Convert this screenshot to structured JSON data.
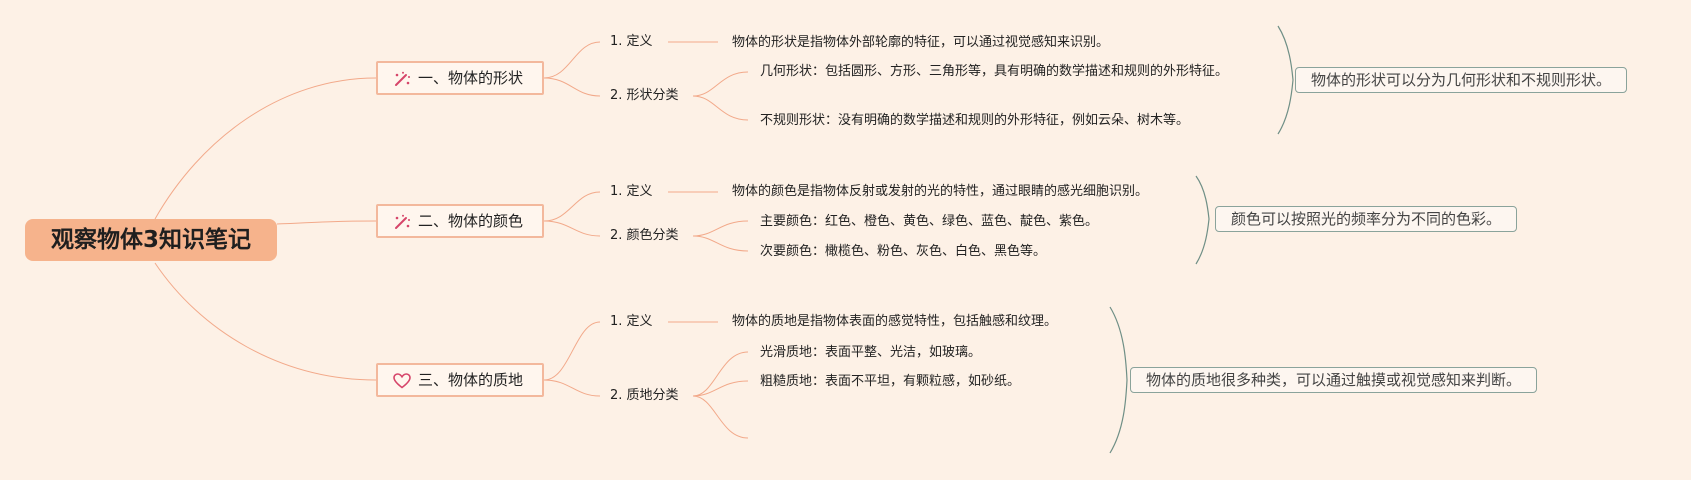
{
  "root": {
    "title": "观察物体3知识笔记"
  },
  "topics": [
    {
      "icon": "magic-wand-icon",
      "label": "一、物体的形状",
      "definition_label": "1. 定义",
      "definition_text": "物体的形状是指物体外部轮廓的特征，可以通过视觉感知来识别。",
      "category_label": "2. 形状分类",
      "category_items": [
        "几何形状：包括圆形、方形、三角形等，具有明确的数学描述和规则的外形特征。",
        "不规则形状：没有明确的数学描述和规则的外形特征，例如云朵、树木等。"
      ],
      "summary": "物体的形状可以分为几何形状和不规则形状。"
    },
    {
      "icon": "magic-wand-icon",
      "label": "二、物体的颜色",
      "definition_label": "1. 定义",
      "definition_text": "物体的颜色是指物体反射或发射的光的特性，通过眼睛的感光细胞识别。",
      "category_label": "2. 颜色分类",
      "category_items": [
        "主要颜色：红色、橙色、黄色、绿色、蓝色、靛色、紫色。",
        "次要颜色：橄榄色、粉色、灰色、白色、黑色等。"
      ],
      "summary": "颜色可以按照光的频率分为不同的色彩。"
    },
    {
      "icon": "heart-icon",
      "label": "三、物体的质地",
      "definition_label": "1. 定义",
      "definition_text": "物体的质地是指物体表面的感觉特性，包括触感和纹理。",
      "category_label": "2. 质地分类",
      "category_items": [
        "光滑质地：表面平整、光洁，如玻璃。",
        "粗糙质地：表面不平坦，有颗粒感，如砂纸。"
      ],
      "summary": "物体的质地很多种类，可以通过触摸或视觉感知来判断。"
    }
  ],
  "colors": {
    "branch": "#f2a98a",
    "brace": "#6f8f86",
    "root_bg": "#f6b38c",
    "background": "#fdf1e6"
  }
}
